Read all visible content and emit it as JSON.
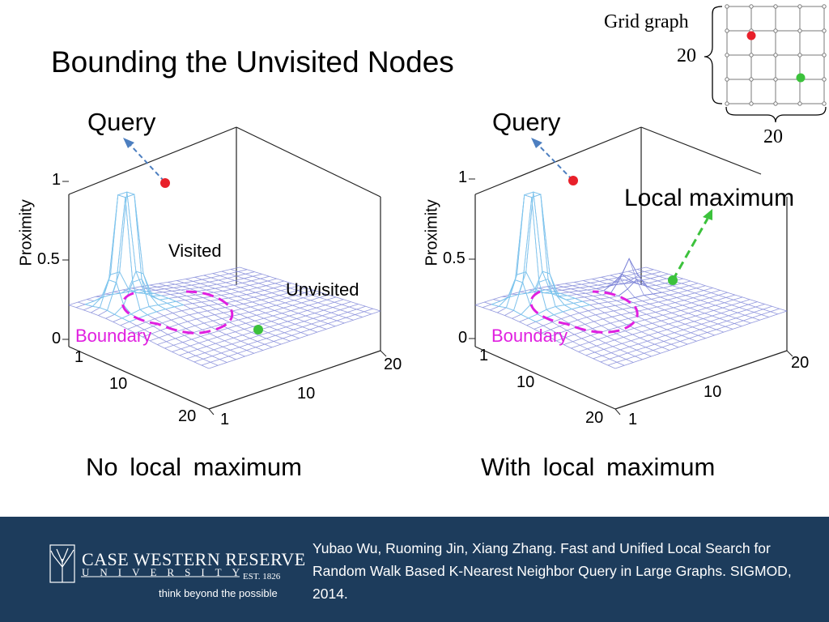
{
  "slide": {
    "title": "Bounding the Unvisited Nodes"
  },
  "inset": {
    "label": "Grid graph",
    "rows_label": "20",
    "cols_label": "20",
    "grid_size": 5,
    "red_node": [
      1,
      1
    ],
    "green_node": [
      3,
      3
    ]
  },
  "left_plot": {
    "query_label": "Query",
    "visited_label": "Visited",
    "unvisited_label": "Unvisited",
    "boundary_label": "Boundary",
    "y_axis_label": "Proximity",
    "z_ticks": [
      "1",
      "0.5",
      "0"
    ],
    "row_ticks": [
      "1",
      "10",
      "20"
    ],
    "col_ticks": [
      "1",
      "10",
      "20"
    ],
    "caption": "No  local  maximum"
  },
  "right_plot": {
    "query_label": "Query",
    "local_max_label": "Local maximum",
    "boundary_label": "Boundary",
    "y_axis_label": "Proximity",
    "z_ticks": [
      "1",
      "0.5",
      "0"
    ],
    "row_ticks": [
      "1",
      "10",
      "20"
    ],
    "col_ticks": [
      "1",
      "10",
      "20"
    ],
    "caption": "With  local  maximum"
  },
  "colors": {
    "query_dot": "#e8202a",
    "green_dot": "#3cc23c",
    "boundary": "#e020e0",
    "mesh": "#7f86d8",
    "footer_bg": "#1d3c5c"
  },
  "footer": {
    "logo_name_line1": "CASE WESTERN RESERVE",
    "logo_name_line2": "UNIVERSITY",
    "logo_est": "EST. 1826",
    "logo_tagline": "think beyond the possible",
    "citation": "Yubao Wu, Ruoming Jin, Xiang Zhang. Fast and Unified Local Search for Random Walk Based K-Nearest Neighbor Query in Large Graphs. SIGMOD, 2014."
  }
}
